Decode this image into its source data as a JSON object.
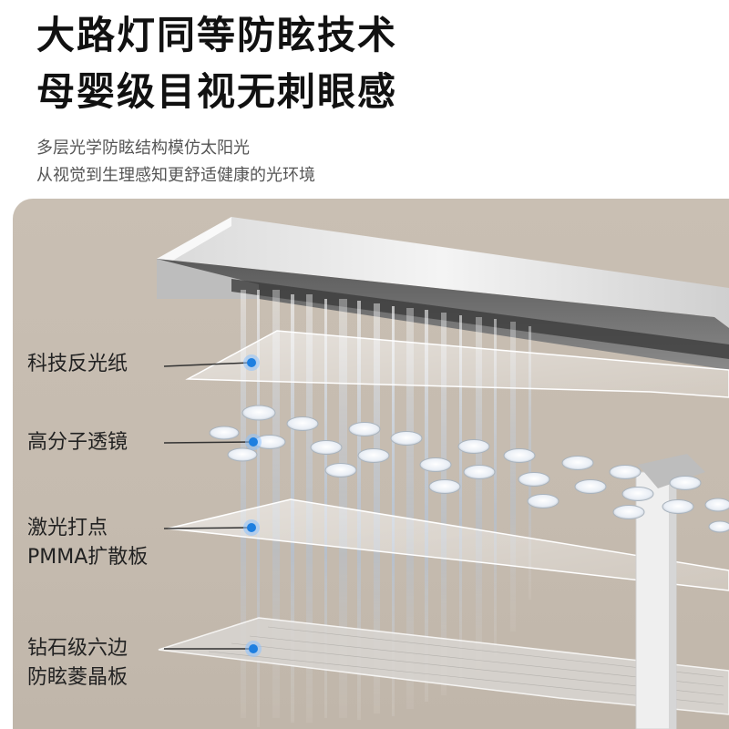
{
  "headline": {
    "line1": "大路灯同等防眩技术",
    "line2": "母婴级目视无刺眼感"
  },
  "subtitle": {
    "line1": "多层光学防眩结构模仿太阳光",
    "line2": "从视觉到生理感知更舒适健康的光环境"
  },
  "layers": [
    {
      "name": "reflective-paper",
      "line1": "科技反光纸",
      "line2": ""
    },
    {
      "name": "polymer-lens",
      "line1": "高分子透镜",
      "line2": ""
    },
    {
      "name": "pmma-diffuser",
      "line1": "激光打点",
      "line2": "PMMA扩散板"
    },
    {
      "name": "diamond-hexagon-panel",
      "line1": "钻石级六边",
      "line2": "防眩菱晶板"
    }
  ],
  "colors": {
    "panel_bg": "#c7bdb1",
    "marker": "#1e7fe0",
    "light_beam": "#9ec9ff"
  },
  "icon_names": [
    "marker-dot-icon",
    "lamp-head-illustration",
    "lens-cluster-illustration"
  ]
}
